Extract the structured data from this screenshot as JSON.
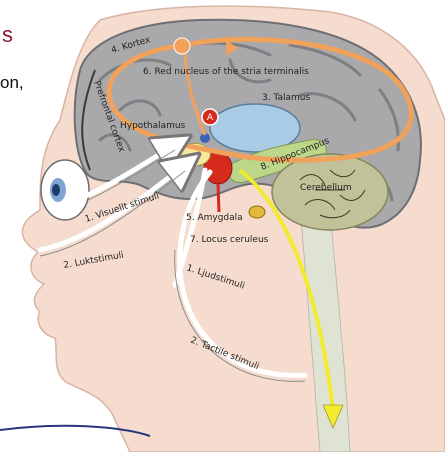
{
  "slide": {
    "title_fragment": "s",
    "text_fragment": "on,"
  },
  "diagram": {
    "labels": {
      "kortex": "4. Kortex",
      "red_nucleus": "6. Red nucleus of the stria terminalis",
      "talamus": "3. Talamus",
      "prefrontal": "Prefrontal cortex",
      "hypothalamus": "Hypothalamus",
      "marker_a": "A",
      "hippocampus": "8. Hippocampus",
      "cerebellum": "Cerebellum",
      "visual": "1. Visuellt stimuli",
      "amygdala": "5. Amygdala",
      "locus": "7. Locus ceruleus",
      "smell": "2. Luktstimuli",
      "sound": "1. Ljudstimuli",
      "tactile": "2. Tactile stimuli"
    },
    "colors": {
      "skin": "#f6dccf",
      "brain": "#a9a9ab",
      "brain_dark": "#7e7f82",
      "thalamus": "#a9cbe6",
      "amygdala": "#d62a1c",
      "hippocampus": "#bcd78a",
      "cerebellum": "#c2c29a",
      "loop_arrow": "#f0a15a",
      "yellow_arrow": "#f2ea2f",
      "hypothalamus": "#f7e99a"
    }
  }
}
